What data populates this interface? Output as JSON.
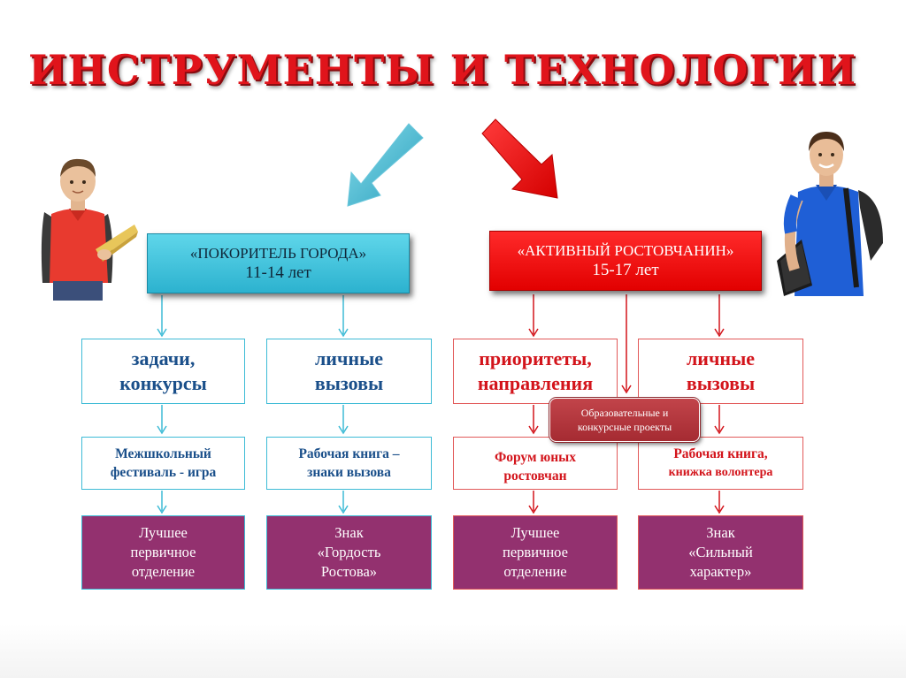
{
  "title": "ИНСТРУМЕНТЫ  И  ТЕХНОЛОГИИ",
  "programs": {
    "left": {
      "name": "«ПОКОРИТЕЛЬ ГОРОДА»",
      "age": "11-14 лет",
      "color": "#2cb2cf"
    },
    "right": {
      "name": "«АКТИВНЫЙ РОСТОВЧАНИН»",
      "age": "15-17 лет",
      "color": "#e20000"
    }
  },
  "columns": [
    {
      "level1": [
        "задачи,",
        "конкурсы"
      ],
      "level2": [
        "Межшкольный",
        "фестиваль - игра"
      ],
      "level3": [
        "Лучшее",
        "первичное",
        "отделение"
      ]
    },
    {
      "level1": [
        "личные",
        "вызовы"
      ],
      "level2": [
        "Рабочая книга –",
        "знаки вызова"
      ],
      "level3": [
        "Знак",
        "«Гордость",
        "Ростова»"
      ]
    },
    {
      "level1": [
        "приоритеты,",
        "направления"
      ],
      "level2": [
        "Форум юных",
        "ростовчан"
      ],
      "level3": [
        "Лучшее",
        "первичное",
        "отделение"
      ]
    },
    {
      "level1": [
        "личные",
        "вызовы"
      ],
      "level2": [
        "Рабочая книга,",
        "книжка волонтера"
      ],
      "level3": [
        "Знак",
        "«Сильный",
        "характер»"
      ]
    }
  ],
  "callout": [
    "Образовательные  и",
    "конкурсные проекты"
  ],
  "colors": {
    "title": "#e0141b",
    "blue_accent": "#3dbbd6",
    "red_accent": "#e25a5a",
    "result_fill": "#93316f"
  },
  "illustrations": [
    "boy-with-backpack-illustration",
    "teen-with-backpack-illustration"
  ]
}
